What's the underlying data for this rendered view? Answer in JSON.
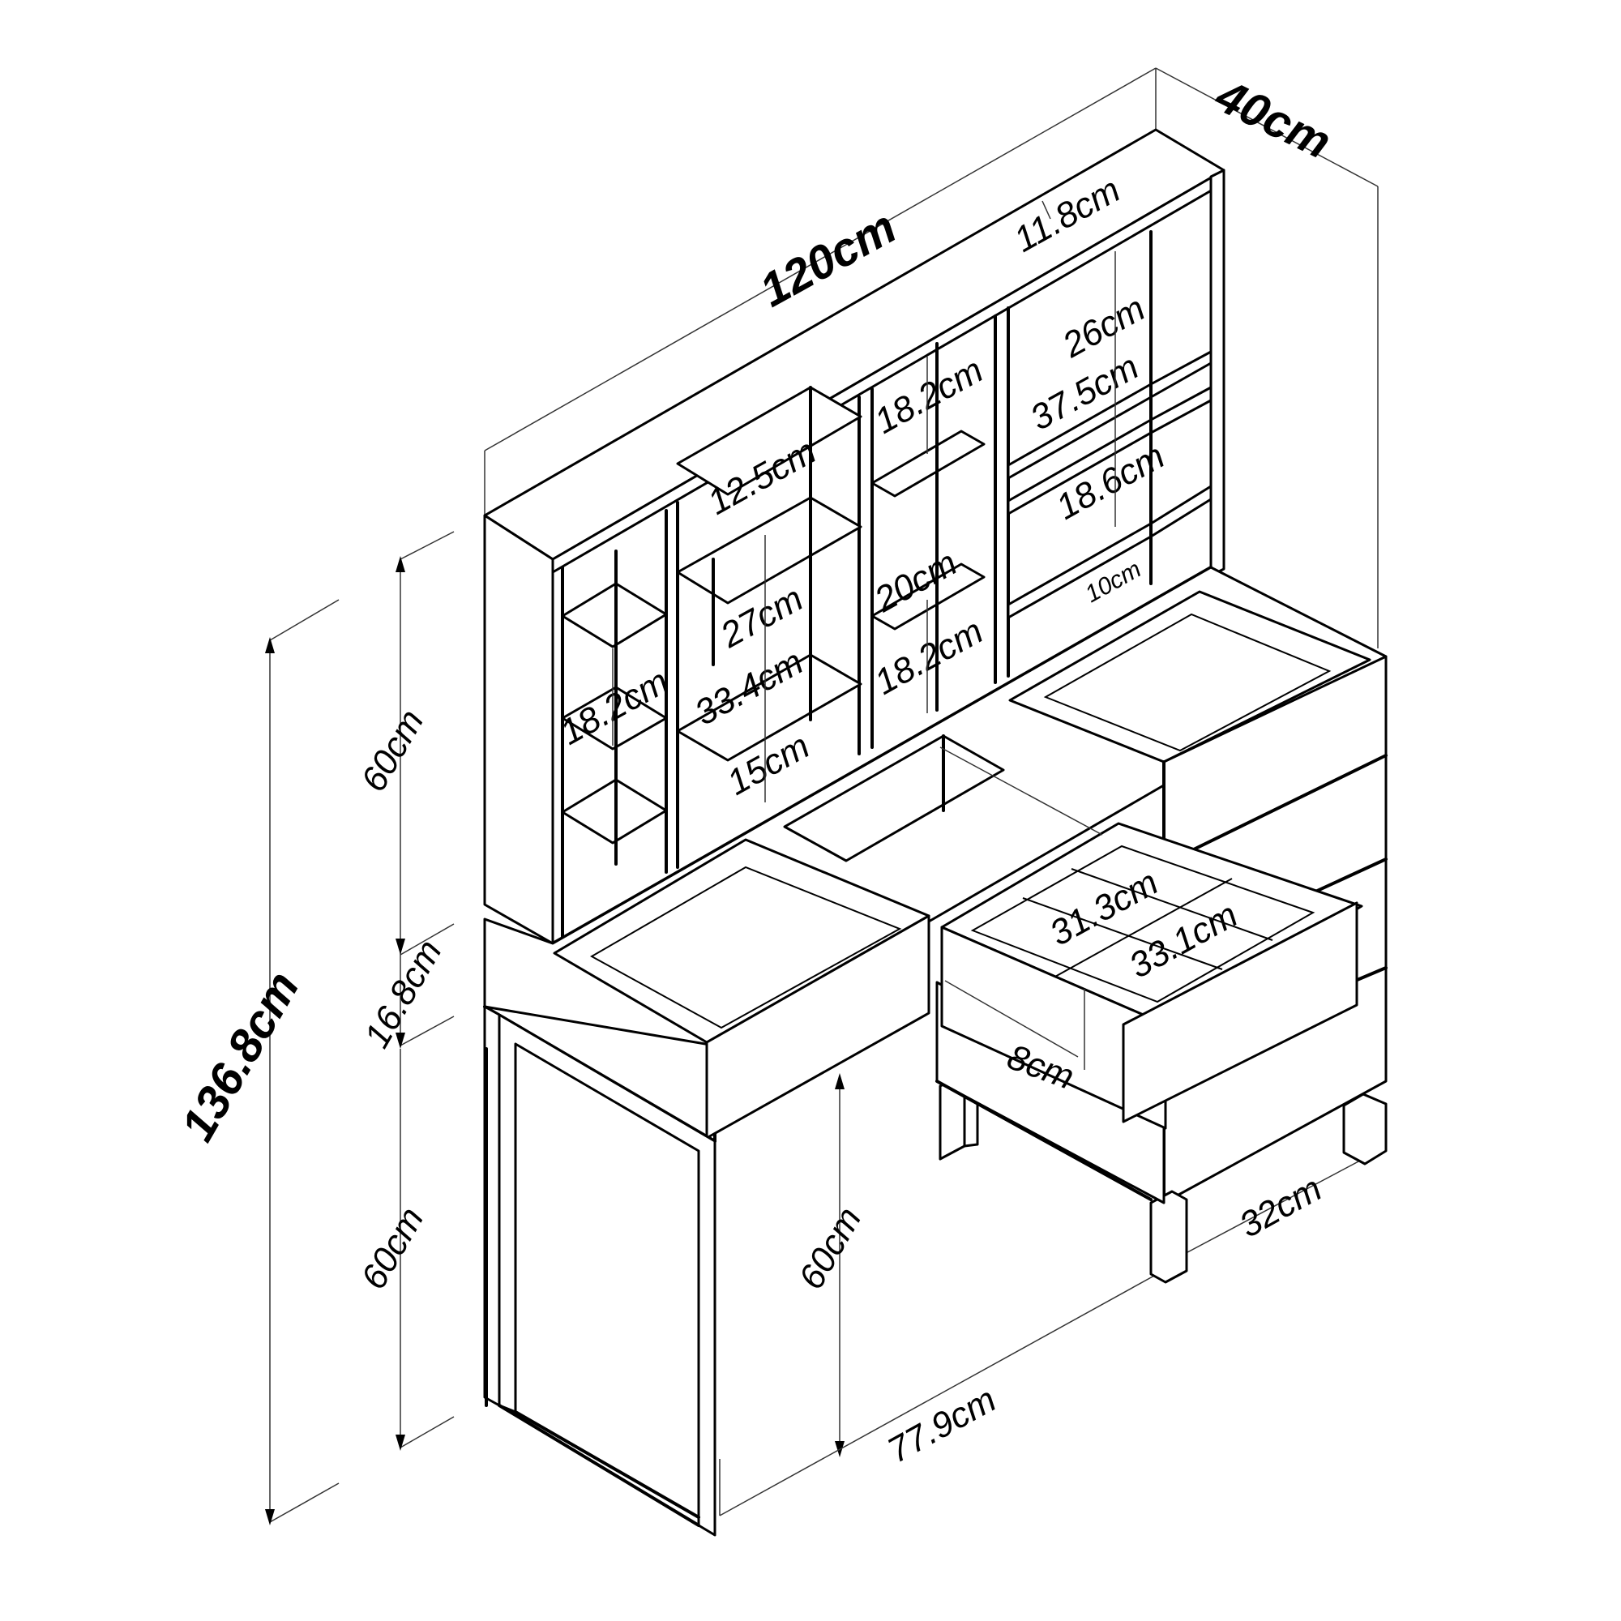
{
  "dimensions": {
    "overall_width": "120cm",
    "overall_depth": "40cm",
    "overall_height": "136.8cm",
    "hutch_height": "60cm",
    "apron_height": "16.8cm",
    "leg_height": "60cm",
    "desk_height": "60cm",
    "under_desk_width": "77.9cm",
    "drawer_unit_depth": "32cm",
    "top_gap": "11.8cm",
    "right_upper": "26cm",
    "right_shelf_width": "37.5cm",
    "right_mid": "18.6cm",
    "right_low": "10cm",
    "mid_top": "18.2cm",
    "mid_shelf": "20cm",
    "mid_low": "18.2cm",
    "left_top": "12.5cm",
    "left_mid": "27cm",
    "left_shelf_width": "33.4cm",
    "left_low": "15cm",
    "far_left": "18.2cm",
    "drawer_inner_width": "31.3cm",
    "drawer_inner_depth": "33.1cm",
    "drawer_height": "8cm"
  }
}
